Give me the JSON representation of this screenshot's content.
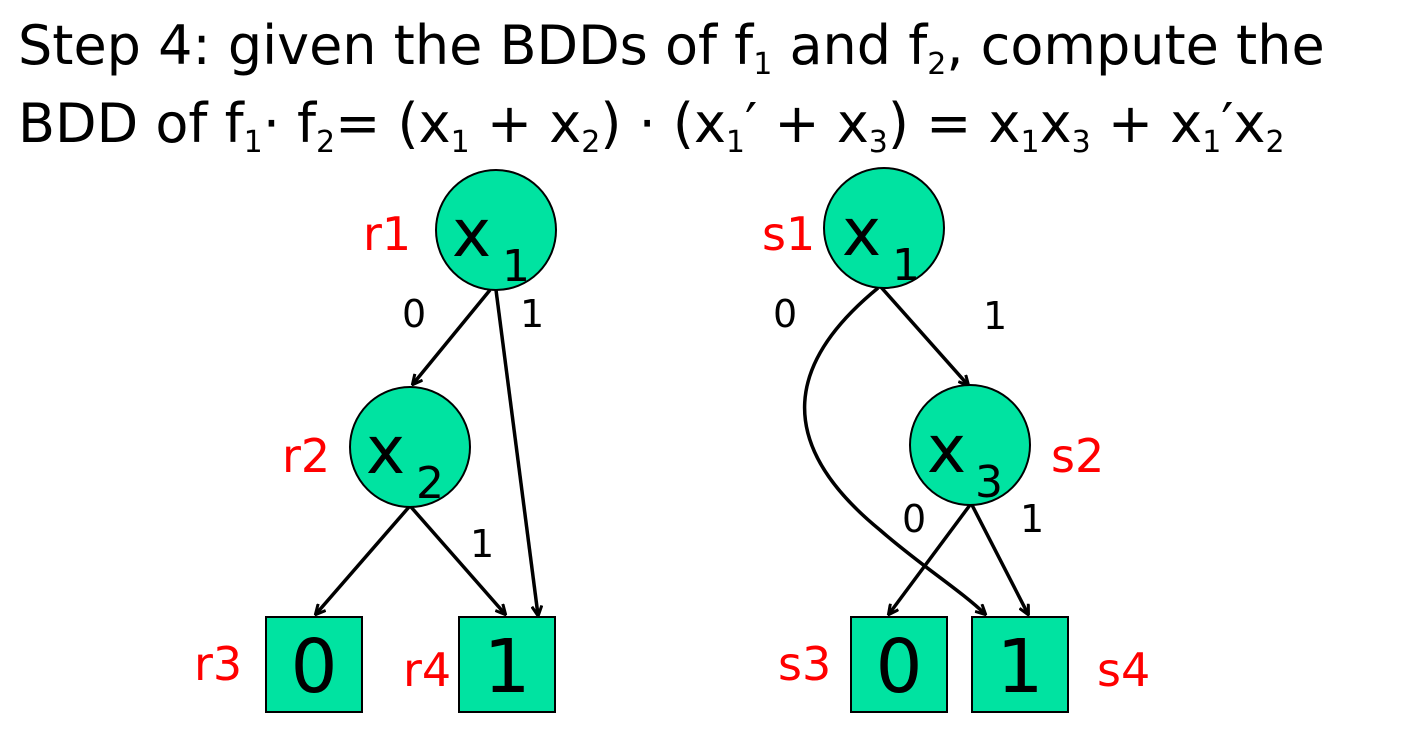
{
  "title": {
    "line1": {
      "t1": "Step 4: given the BDDs of f",
      "s1": "1",
      "t2": " and f",
      "s2": "2",
      "t3": ", compute the"
    },
    "line2": {
      "t1": "BDD of f",
      "s1": "1",
      "t2": "⋅ f",
      "s2": "2",
      "t3": "= (x",
      "s3": "1",
      "t4": " + x",
      "s4": "2",
      "t5": ") ⋅ (x",
      "s5": "1",
      "t6": "′ + x",
      "s6": "3",
      "t7": ") = x",
      "s7": "1",
      "t8": "x",
      "s8": "3",
      "t9": " + x",
      "s9": "1",
      "t10": "′x",
      "s10": "2"
    }
  },
  "bdd_f1": {
    "r1": {
      "tag": "r1",
      "var": "x",
      "sub": "1"
    },
    "r2": {
      "tag": "r2",
      "var": "x",
      "sub": "2"
    },
    "r3": {
      "tag": "r3",
      "value": "0"
    },
    "r4": {
      "tag": "r4",
      "value": "1"
    },
    "edges": {
      "r1_low": "0",
      "r1_high": "1",
      "r2_high": "1"
    }
  },
  "bdd_f2": {
    "s1": {
      "tag": "s1",
      "var": "x",
      "sub": "1"
    },
    "s2": {
      "tag": "s2",
      "var": "x",
      "sub": "3"
    },
    "s3": {
      "tag": "s3",
      "value": "0"
    },
    "s4": {
      "tag": "s4",
      "value": "1"
    },
    "edges": {
      "s1_low": "0",
      "s1_high": "1",
      "s2_low": "0",
      "s2_high": "1"
    }
  },
  "colors": {
    "node_fill": "#00e3a1",
    "tag_color": "#ff0000",
    "text_color": "#000000"
  }
}
